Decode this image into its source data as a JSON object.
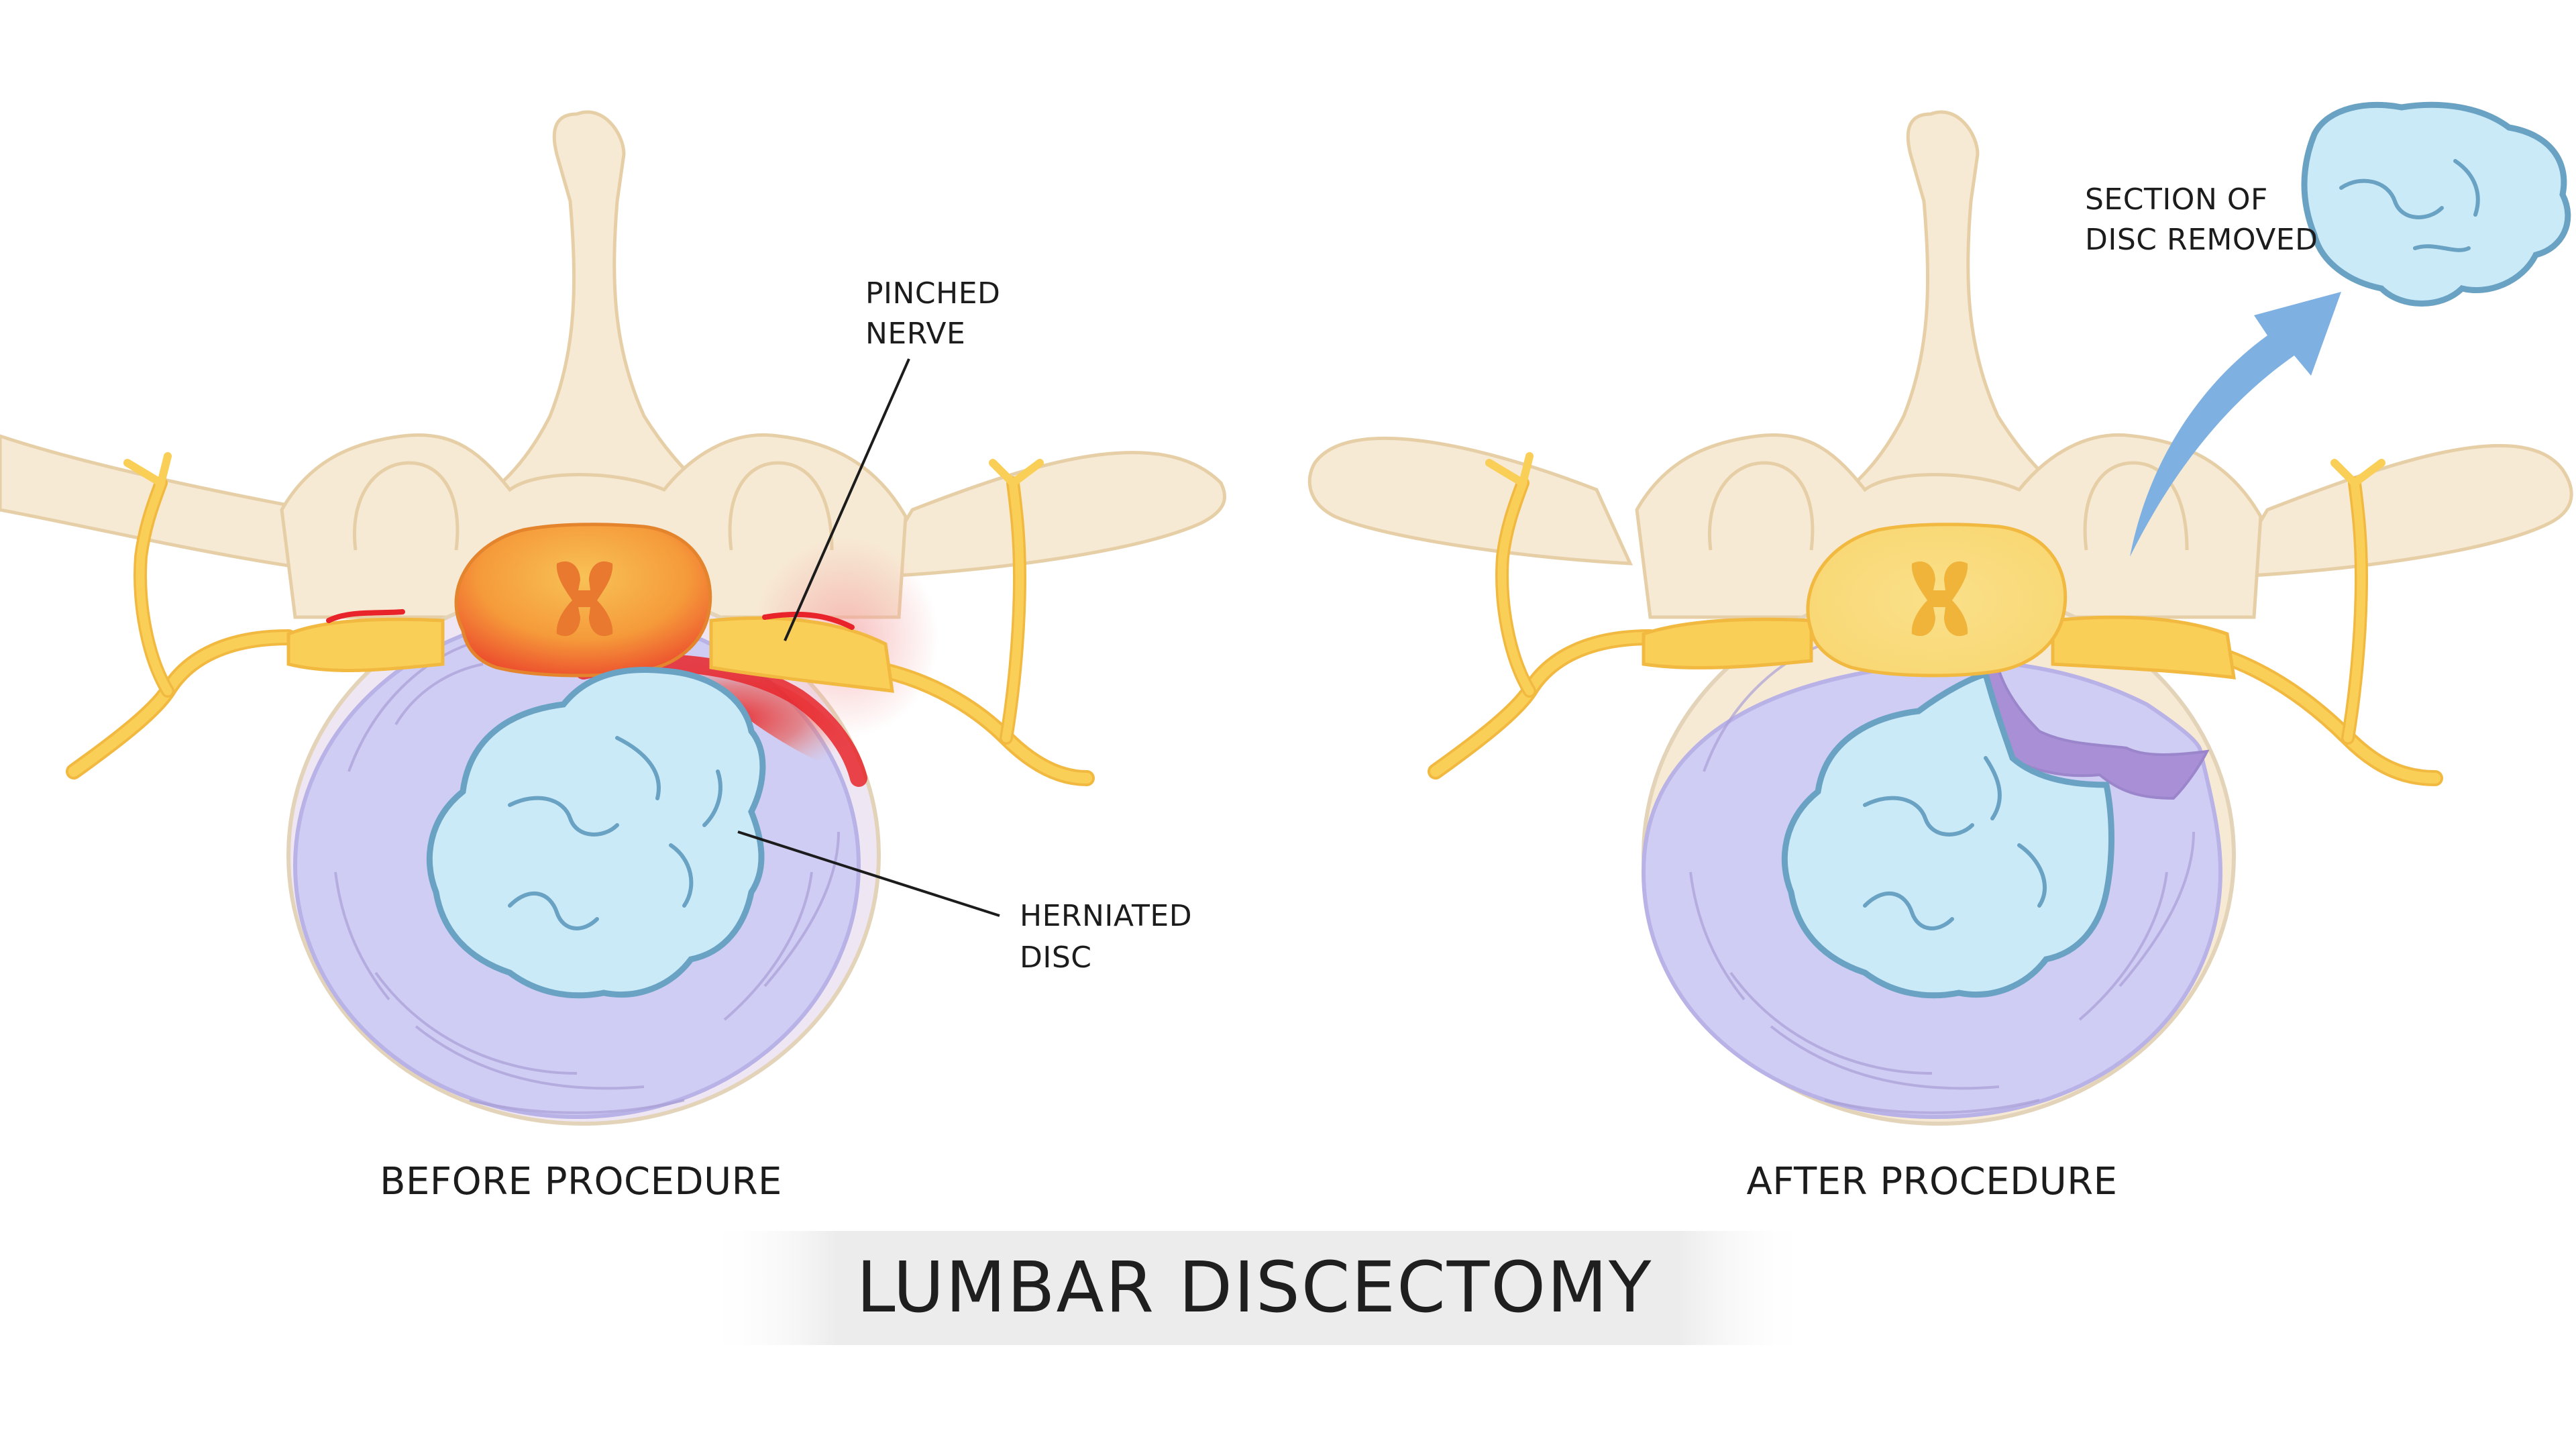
{
  "title": "LUMBAR DISCECTOMY",
  "panels": {
    "before": {
      "caption": "BEFORE PROCEDURE",
      "labels": {
        "pinched_nerve": [
          "PINCHED",
          "NERVE"
        ],
        "herniated_disc": [
          "HERNIATED",
          "DISC"
        ]
      }
    },
    "after": {
      "caption": "AFTER PROCEDURE",
      "labels": {
        "section_removed": [
          "SECTION OF",
          "DISC REMOVED"
        ]
      }
    }
  },
  "colors": {
    "bone_fill": "#f7ead5",
    "bone_stroke": "#e6cfa6",
    "nerve_yellow": "#f9cf58",
    "nerve_stroke": "#f2b941",
    "spinal_cord_orange": "#f7a23b",
    "canal_x": "#e8792f",
    "inflamed_red": "#e8242a",
    "annulus_purple": "#cfcdf4",
    "annulus_stroke": "#b8b2e6",
    "nucleus_blue": "#cbeaf8",
    "nucleus_stroke": "#6aa2c4",
    "arrow_blue": "#7fb0e2",
    "removed_gap_purple": "#a98fd6",
    "title_band": "#eeeeee"
  }
}
